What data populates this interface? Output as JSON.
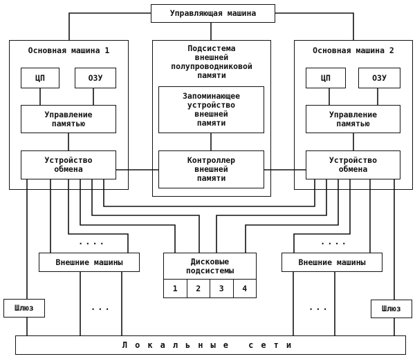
{
  "control_machine": "Управляющая машина",
  "main_machines": [
    {
      "title": "Основная машина 1",
      "cpu": "ЦП",
      "ram": "ОЗУ",
      "memory_control": [
        "Управление",
        "памятью"
      ],
      "exchange": [
        "Устройство",
        "обмена"
      ]
    },
    {
      "title": "Основная машина 2",
      "cpu": "ЦП",
      "ram": "ОЗУ",
      "memory_control": [
        "Управление",
        "памятью"
      ],
      "exchange": [
        "Устройство",
        "обмена"
      ]
    }
  ],
  "semiconductor_subsystem": {
    "title": [
      "Подсистема",
      "внешней",
      "полупроводниковой",
      "памяти"
    ],
    "storage": [
      "Запоминающее",
      "устройство",
      "внешней",
      "памяти"
    ],
    "controller": [
      "Контроллер",
      "внешней",
      "памяти"
    ]
  },
  "external_machines": "Внешние машины",
  "ellipsis_four": "....",
  "ellipsis_three": "...",
  "disk_subsystems": {
    "label": [
      "Дисковые",
      "подсистемы"
    ],
    "units": [
      "1",
      "2",
      "3",
      "4"
    ]
  },
  "gateway": "Шлюз",
  "local_networks": "Локальные сети"
}
